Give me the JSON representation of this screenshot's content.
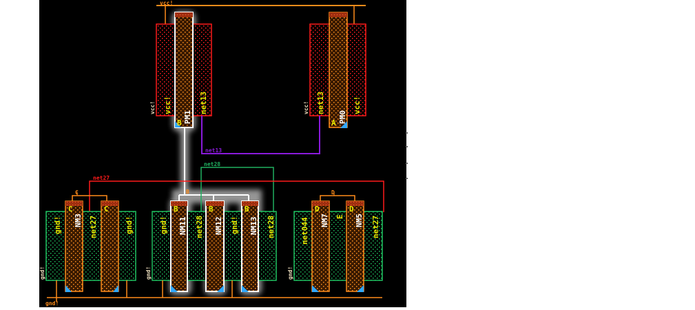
{
  "nets": {
    "vcc": "vcc!",
    "gnd": "gnd!",
    "net13": "net13",
    "net28": "net28",
    "net27": "net27",
    "A": "A",
    "B": "B",
    "C": "C",
    "D": "D",
    "E": "E",
    "net044": "net044"
  },
  "devices": {
    "PM1": "PM1",
    "PM0": "PM0",
    "NM3": "NM3",
    "NM11": "NM11",
    "NM12": "NM12",
    "NM13": "NM13",
    "NM7": "NM7",
    "NM5": "NM5"
  },
  "colors": {
    "background": "#000000",
    "pmos": "#ff1a1a",
    "nmos": "#1fc060",
    "poly": "#ff8c1a",
    "net13": "#8a1adb",
    "net28": "#20b060",
    "net27": "#ff1a1a",
    "selection": "#ffffff"
  }
}
